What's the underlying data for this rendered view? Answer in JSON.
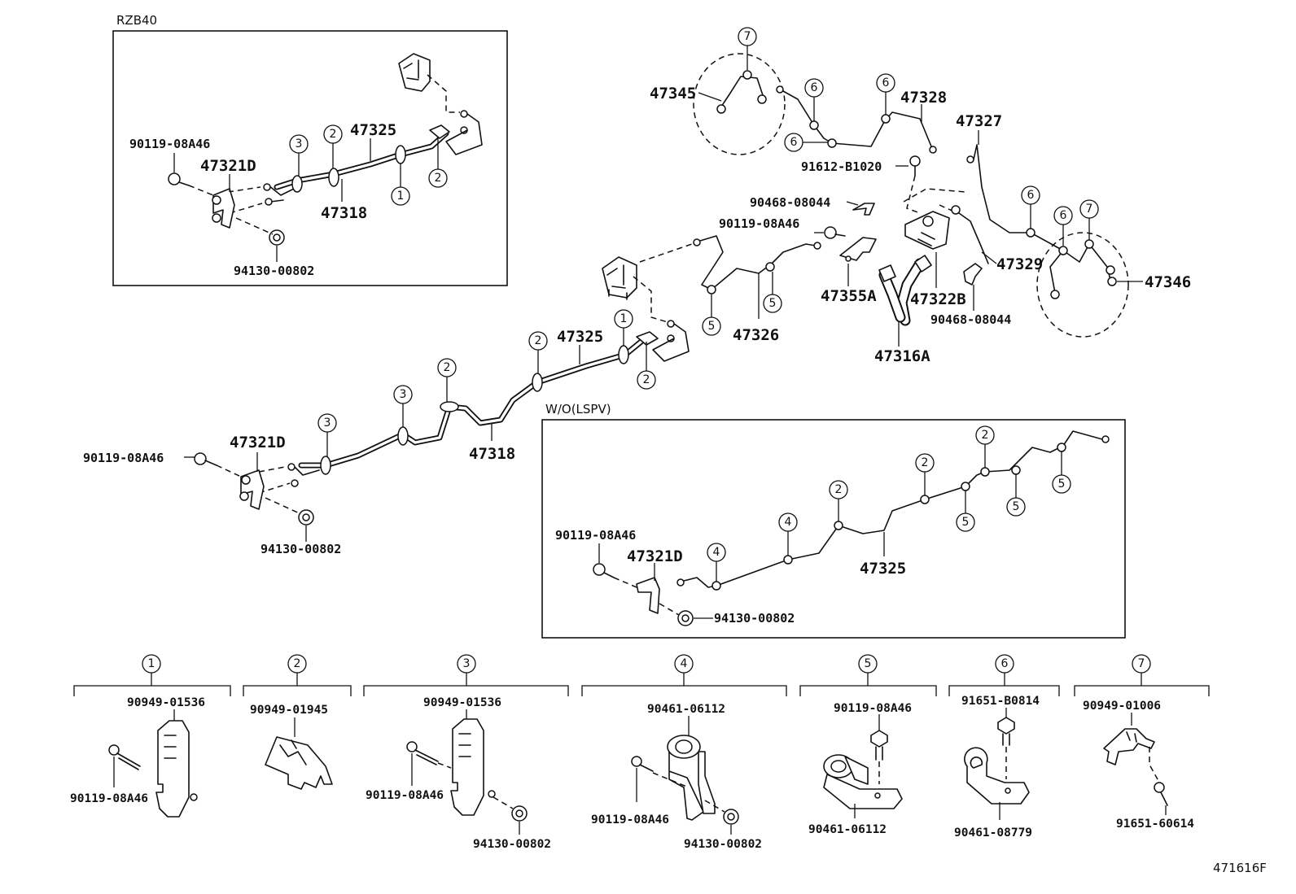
{
  "sections": {
    "rzb40": "RZB40",
    "wo_lspv": "W/O(LSPV)"
  },
  "illustration_id": "471616F",
  "callouts": {
    "c1": "1",
    "c2": "2",
    "c3": "3",
    "c4": "4",
    "c5": "5",
    "c6": "6",
    "c7": "7"
  },
  "parts": {
    "p47345": "47345",
    "p47328": "47328",
    "p47327": "47327",
    "p91612_B1020": "91612-B1020",
    "p90468_08044": "90468-08044",
    "p90119_08A46": "90119-08A46",
    "p47329": "47329",
    "p47346": "47346",
    "p47355A": "47355A",
    "p47322B": "47322B",
    "p47316A": "47316A",
    "p47326": "47326",
    "p47325": "47325",
    "p47318": "47318",
    "p47321D": "47321D",
    "p94130_00802": "94130-00802",
    "p90949_01536": "90949-01536",
    "p90949_01945": "90949-01945",
    "p90461_06112": "90461-06112",
    "p91651_B0814": "91651-B0814",
    "p90461_08779": "90461-08779",
    "p90949_01006": "90949-01006",
    "p91651_60614": "91651-60614"
  }
}
